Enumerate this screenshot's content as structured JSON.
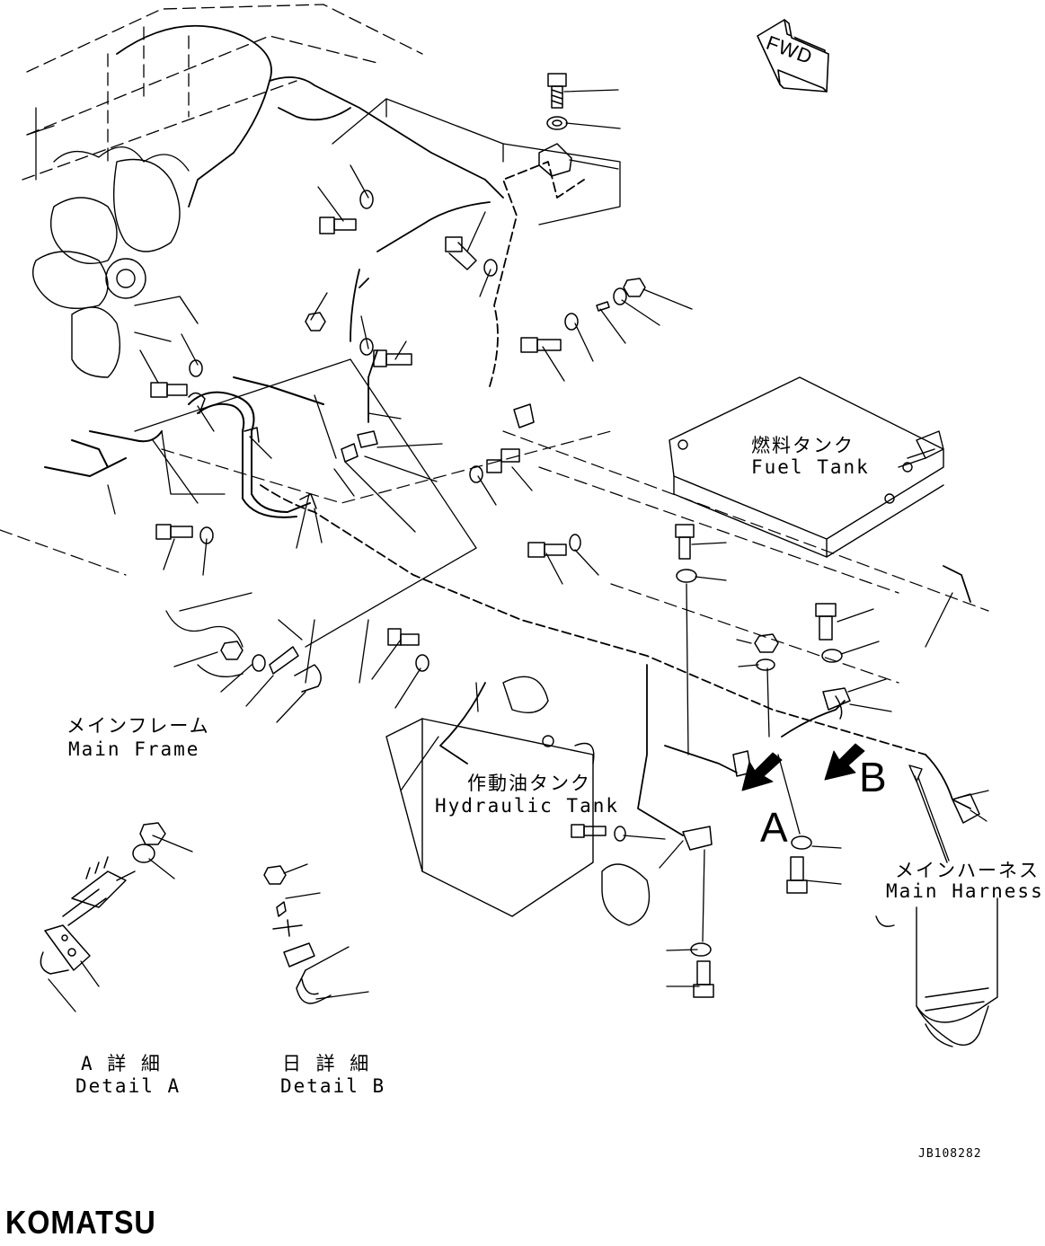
{
  "labels": {
    "fwd": "FWD",
    "fuel_tank_jp": "燃料タンク",
    "fuel_tank_en": "Fuel Tank",
    "main_frame_jp": "メインフレーム",
    "main_frame_en": "Main Frame",
    "hydraulic_tank_jp": "作動油タンク",
    "hydraulic_tank_en": "Hydraulic Tank",
    "main_harness_jp": "メインハーネス",
    "main_harness_en": "Main Harness",
    "detail_a_jp": "A 詳 細",
    "detail_a_en": "Detail A",
    "detail_b_jp": "日 詳 細",
    "detail_b_en": "Detail B",
    "view_a": "A",
    "view_b": "B"
  },
  "drawing_code": "JB108282",
  "brand": "KOMATSU",
  "colors": {
    "ink": "#000000",
    "paper": "#ffffff"
  }
}
